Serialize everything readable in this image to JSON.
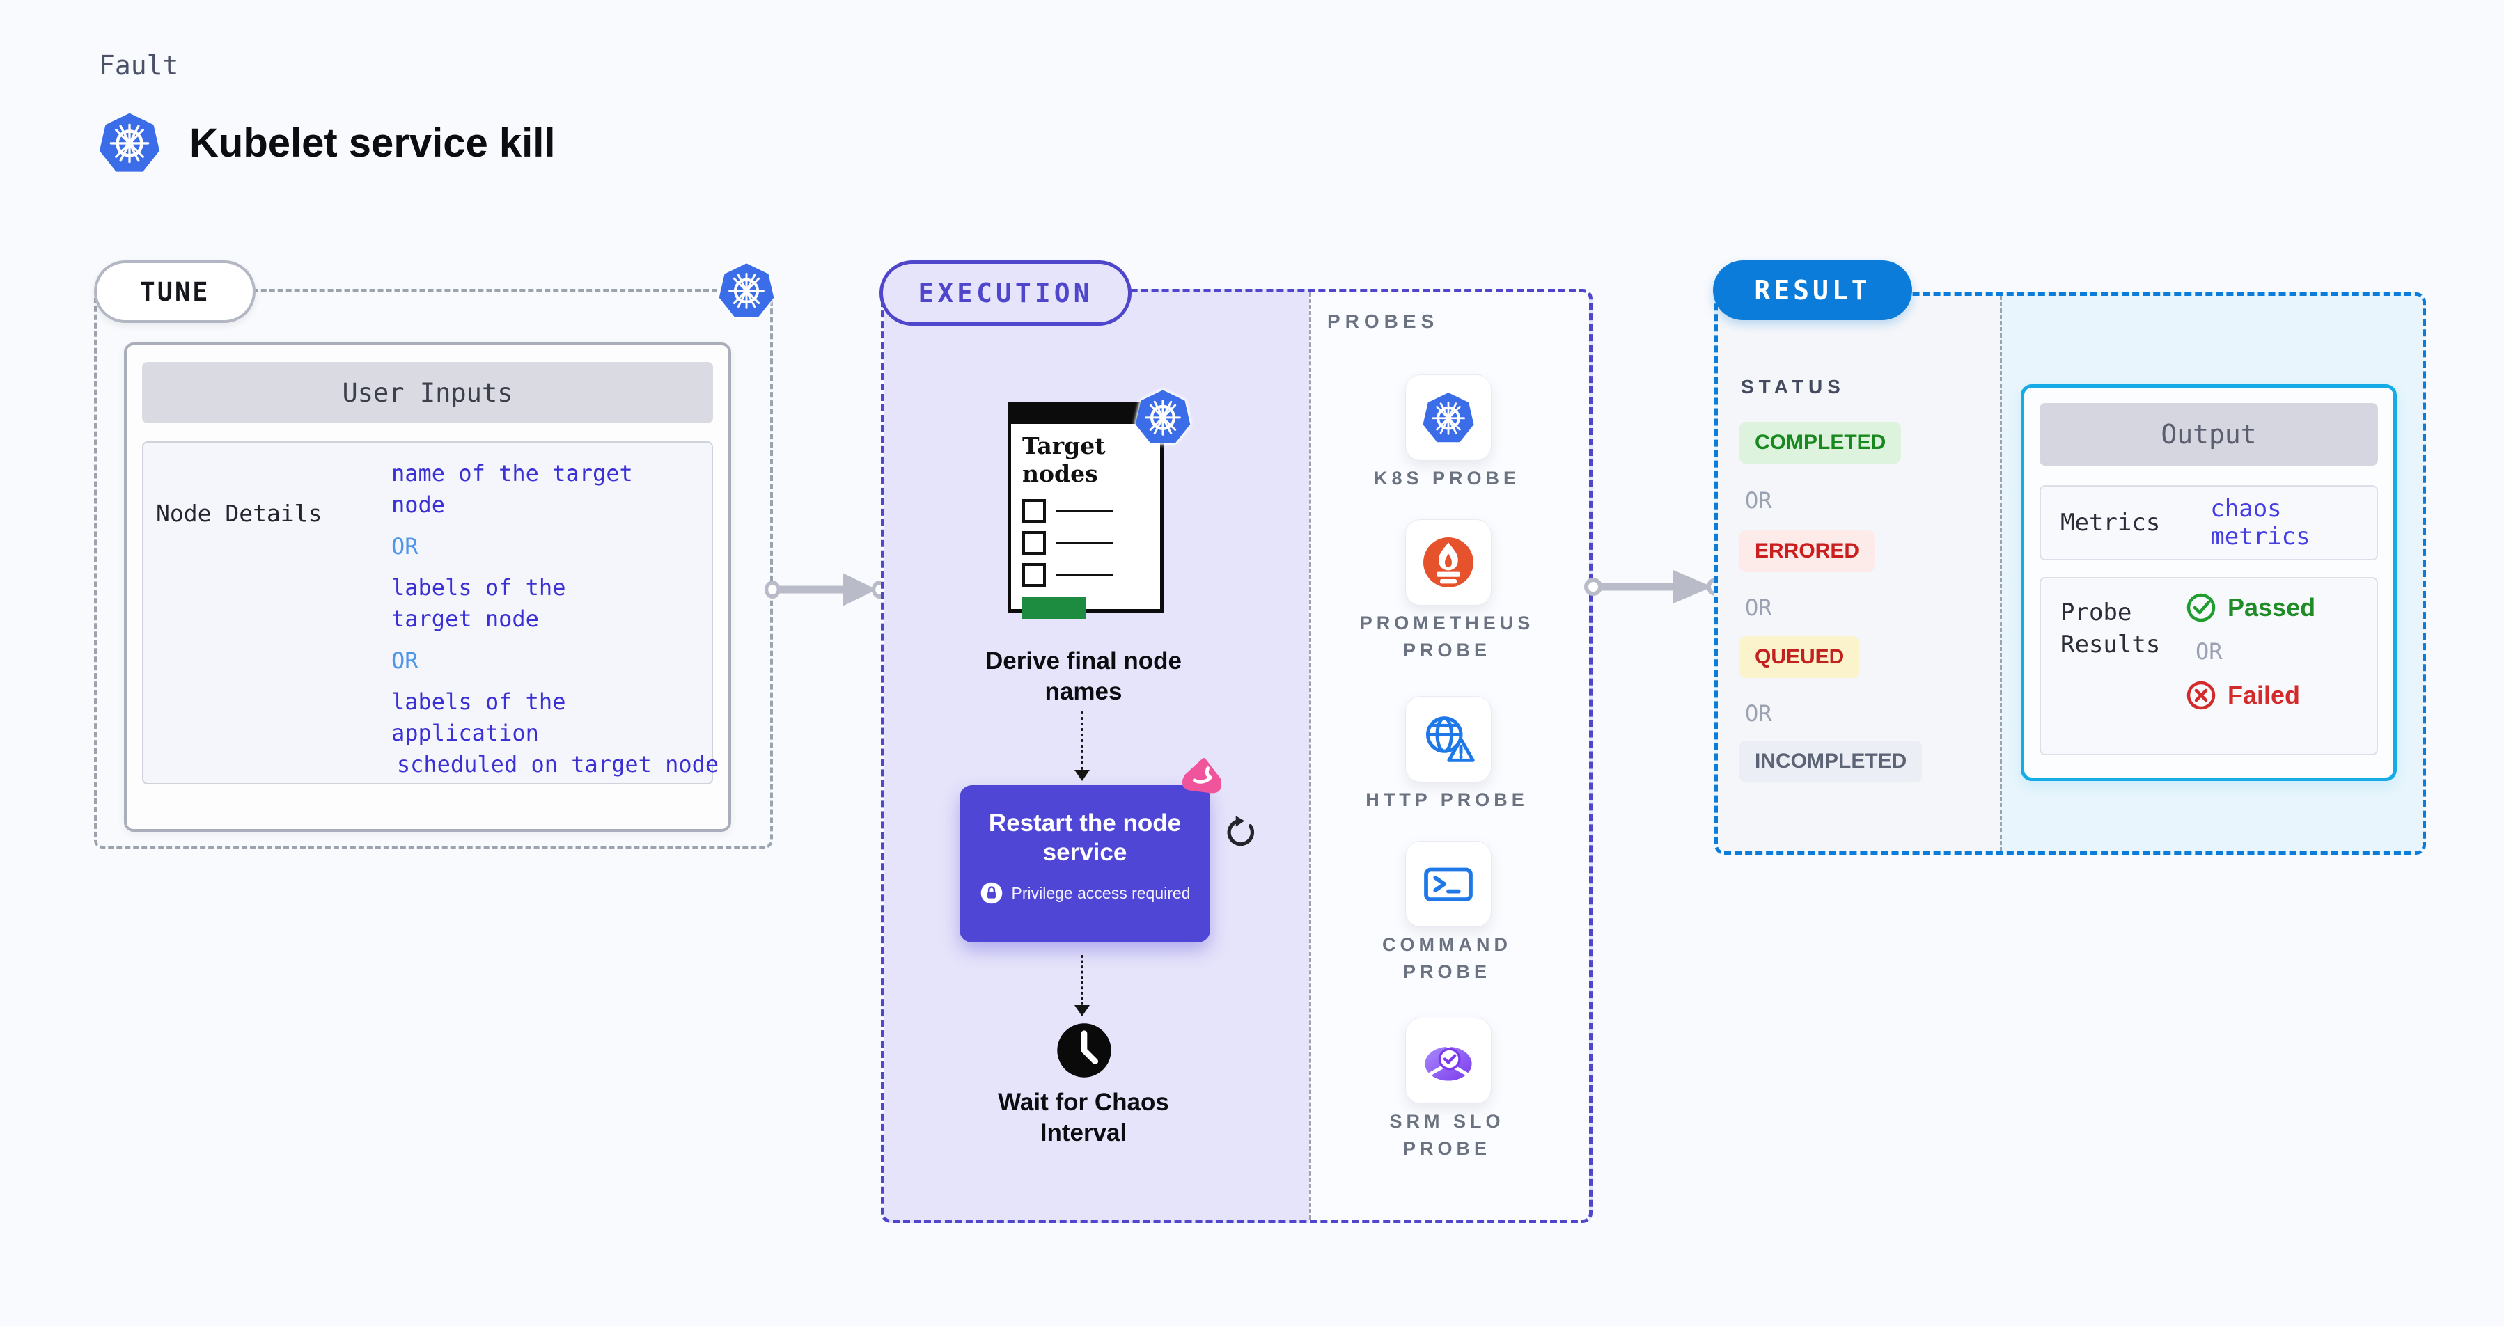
{
  "header": {
    "eyebrow": "Fault",
    "title": "Kubelet service kill"
  },
  "tune": {
    "label": "TUNE",
    "panel_title": "User Inputs",
    "row_label": "Node Details",
    "value_lines": [
      {
        "text": "name of the target",
        "kind": "value"
      },
      {
        "text": "node",
        "kind": "value"
      },
      {
        "text": "OR",
        "kind": "or"
      },
      {
        "text": "labels of the",
        "kind": "value"
      },
      {
        "text": "target node",
        "kind": "value"
      },
      {
        "text": "OR",
        "kind": "or"
      },
      {
        "text": "labels of the application",
        "kind": "value"
      },
      {
        "text": "scheduled on target node",
        "kind": "value"
      }
    ]
  },
  "execution": {
    "label": "EXECUTION",
    "target_card_title": "Target nodes",
    "derive_label": "Derive final node names",
    "task_title": "Restart the node service",
    "task_badge": "Privilege access required",
    "wait_label": "Wait for Chaos Interval"
  },
  "probes": {
    "label": "PROBES",
    "items": [
      {
        "label": "K8S PROBE",
        "icon": "kubernetes-icon"
      },
      {
        "label": "PROMETHEUS PROBE",
        "icon": "prometheus-icon"
      },
      {
        "label": "HTTP PROBE",
        "icon": "http-probe-icon"
      },
      {
        "label": "COMMAND PROBE",
        "icon": "command-probe-icon"
      },
      {
        "label": "SRM SLO PROBE",
        "icon": "srm-slo-probe-icon"
      }
    ]
  },
  "result": {
    "label": "RESULT",
    "status_label": "STATUS",
    "or_label": "OR",
    "statuses": [
      {
        "text": "COMPLETED",
        "bg": "#def3de",
        "color": "#17891f"
      },
      {
        "text": "ERRORED",
        "bg": "#fcebe9",
        "color": "#cb1e1e"
      },
      {
        "text": "QUEUED",
        "bg": "#faf3cc",
        "color": "#c32020"
      },
      {
        "text": "INCOMPLETED",
        "bg": "#eceef5",
        "color": "#5c6375"
      }
    ],
    "output": {
      "title": "Output",
      "metrics_label": "Metrics",
      "metrics_value": "chaos metrics",
      "probe_results_label": "Probe Results",
      "passed": "Passed",
      "failed": "Failed"
    }
  },
  "colors": {
    "page_bg": "#f8fafd",
    "execution_fill": "#e6e4fa",
    "execution_border": "#4f46cb",
    "task_card": "#4f46d6",
    "result_blue": "#0b7cd9",
    "output_border": "#14abe6",
    "arrow_gray": "#b9bcc8",
    "kubernetes_blue": "#3b6de8",
    "prometheus_orange": "#e6522c",
    "probe_icon_blue": "#1e78e8",
    "srm_purple": "#7c3aed"
  }
}
